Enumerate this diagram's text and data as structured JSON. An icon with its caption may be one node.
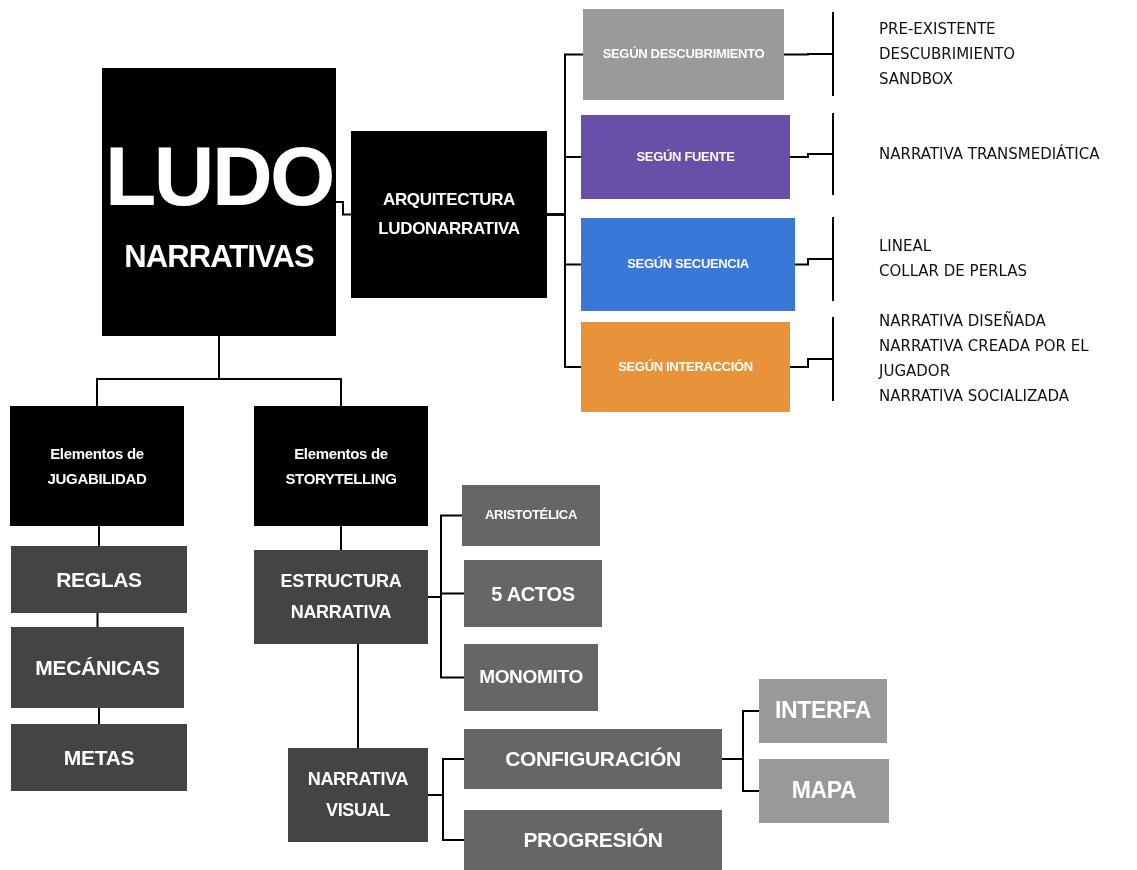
{
  "diagram": {
    "nodes": [
      {
        "text": [
          "LUDO",
          "NARRATIVAS"
        ]
      },
      {
        "text": [
          "ARQUITECTURA LUDONARRATIVA"
        ]
      },
      {
        "text": [
          "SEGÚN DESCUBRIMIENTO"
        ]
      },
      {
        "text": [
          "SEGÚN FUENTE"
        ]
      },
      {
        "text": [
          "SEGÚN SECUENCIA"
        ]
      },
      {
        "text": [
          "SEGÚN INTERACCIÓN"
        ]
      },
      {
        "text": [
          "PRE-EXISTENTE",
          "DESCUBRIMIENTO",
          "SANDBOX"
        ]
      },
      {
        "text": [
          "NARRATIVA TRANSMEDIÁTICA"
        ]
      },
      {
        "text": [
          "LINEAL",
          "COLLAR DE PERLAS"
        ]
      },
      {
        "text": [
          "NARRATIVA DISEÑADA",
          "NARRATIVA CREADA POR EL JUGADOR",
          "NARRATIVA SOCIALIZADA"
        ]
      },
      {
        "text": [
          "Elementos de JUGABILIDAD"
        ]
      },
      {
        "text": [
          "Elementos de STORYTELLING"
        ]
      },
      {
        "text": [
          "REGLAS"
        ]
      },
      {
        "text": [
          "MECÁNICAS"
        ]
      },
      {
        "text": [
          "METAS"
        ]
      },
      {
        "text": [
          "ESTRUCTURA NARRATIVA"
        ]
      },
      {
        "text": [
          "ARISTOTÉLICA"
        ]
      },
      {
        "text": [
          "5 ACTOS"
        ]
      },
      {
        "text": [
          "MONOMITO"
        ]
      },
      {
        "text": [
          "NARRATIVA VISUAL"
        ]
      },
      {
        "text": [
          "CONFIGURACIÓN"
        ]
      },
      {
        "text": [
          "PROGRESIÓN"
        ]
      },
      {
        "text": [
          "INTERFA"
        ]
      },
      {
        "text": [
          "MAPA"
        ]
      }
    ],
    "edges": [
      {
        "from": 0,
        "to": 1,
        "arrow": "none"
      },
      {
        "from": 1,
        "to": 2,
        "arrow": "none"
      },
      {
        "from": 1,
        "to": 3,
        "arrow": "none"
      },
      {
        "from": 1,
        "to": 4,
        "arrow": "none"
      },
      {
        "from": 1,
        "to": 5,
        "arrow": "none"
      },
      {
        "from": 2,
        "to": 6,
        "arrow": "none"
      },
      {
        "from": 3,
        "to": 7,
        "arrow": "none"
      },
      {
        "from": 4,
        "to": 8,
        "arrow": "none"
      },
      {
        "from": 5,
        "to": 9,
        "arrow": "none"
      },
      {
        "from": 0,
        "to": 10,
        "arrow": "none"
      },
      {
        "from": 0,
        "to": 11,
        "arrow": "none"
      },
      {
        "from": 10,
        "to": 12,
        "arrow": "none"
      },
      {
        "from": 12,
        "to": 13,
        "arrow": "none"
      },
      {
        "from": 13,
        "to": 14,
        "arrow": "none"
      },
      {
        "from": 11,
        "to": 15,
        "arrow": "none"
      },
      {
        "from": 15,
        "to": 16,
        "arrow": "none"
      },
      {
        "from": 15,
        "to": 17,
        "arrow": "none"
      },
      {
        "from": 15,
        "to": 18,
        "arrow": "none"
      },
      {
        "from": 15,
        "to": 19,
        "arrow": "none"
      },
      {
        "from": 19,
        "to": 20,
        "arrow": "none"
      },
      {
        "from": 19,
        "to": 21,
        "arrow": "none"
      },
      {
        "from": 20,
        "to": 22,
        "arrow": "none"
      },
      {
        "from": 20,
        "to": 23,
        "arrow": "none"
      }
    ]
  }
}
